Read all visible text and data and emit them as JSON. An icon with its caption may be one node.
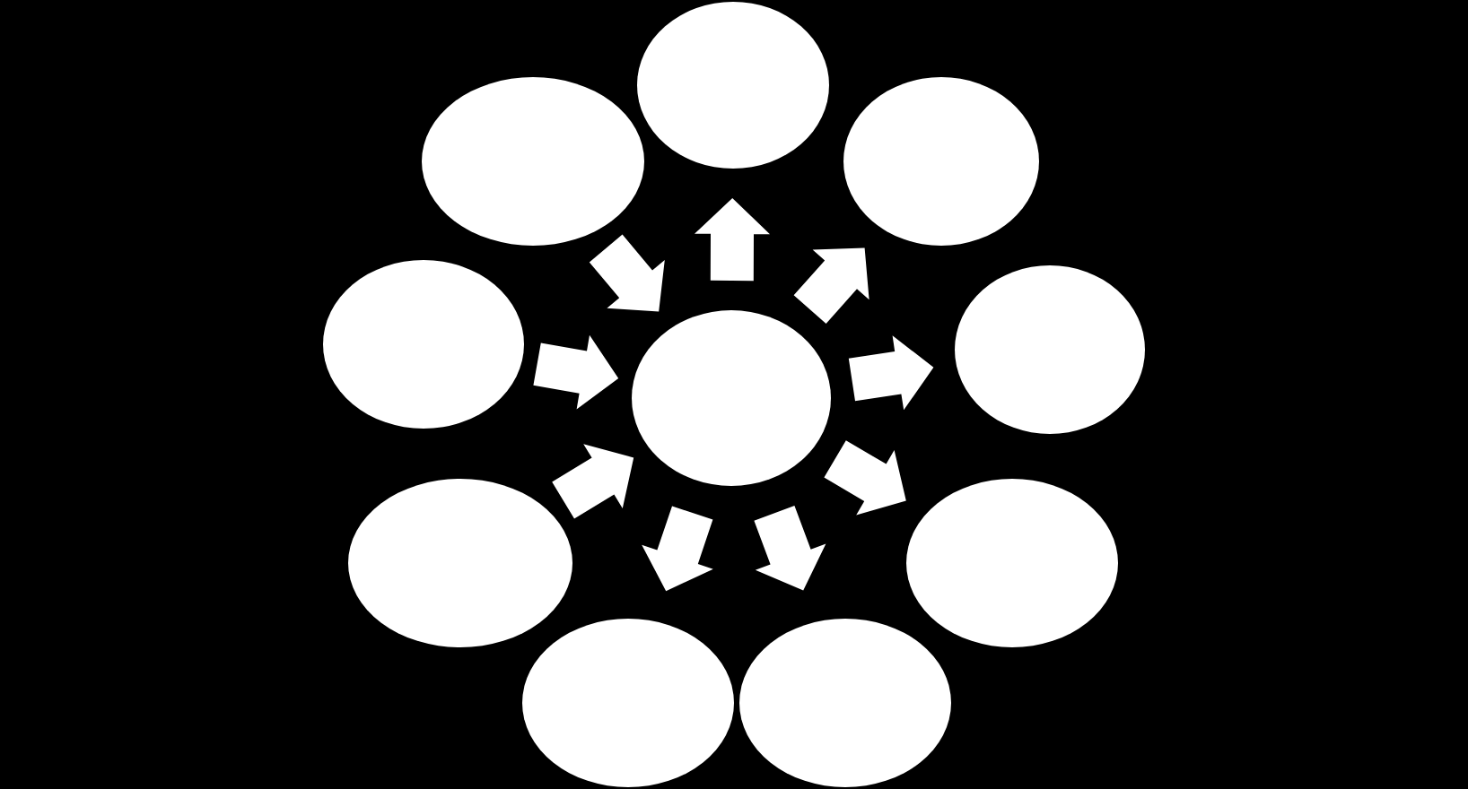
{
  "diagram": {
    "nodes": [
      {
        "text": [],
        "shape": "ellipse"
      },
      {
        "text": [],
        "shape": "ellipse"
      },
      {
        "text": [],
        "shape": "ellipse"
      },
      {
        "text": [],
        "shape": "ellipse"
      },
      {
        "text": [],
        "shape": "ellipse"
      },
      {
        "text": [],
        "shape": "ellipse"
      },
      {
        "text": [],
        "shape": "ellipse"
      },
      {
        "text": [],
        "shape": "ellipse"
      },
      {
        "text": [],
        "shape": "ellipse"
      },
      {
        "text": [],
        "shape": "ellipse"
      }
    ],
    "edges": [
      {
        "from": 0,
        "to": 1,
        "arrow": "to"
      },
      {
        "from": 0,
        "to": 2,
        "arrow": "to"
      },
      {
        "from": 0,
        "to": 3,
        "arrow": "to"
      },
      {
        "from": 0,
        "to": 4,
        "arrow": "to"
      },
      {
        "from": 0,
        "to": 5,
        "arrow": "to"
      },
      {
        "from": 0,
        "to": 6,
        "arrow": "to"
      },
      {
        "from": 7,
        "to": 0,
        "arrow": "to"
      },
      {
        "from": 8,
        "to": 0,
        "arrow": "to"
      },
      {
        "from": 9,
        "to": 0,
        "arrow": "to"
      }
    ]
  }
}
